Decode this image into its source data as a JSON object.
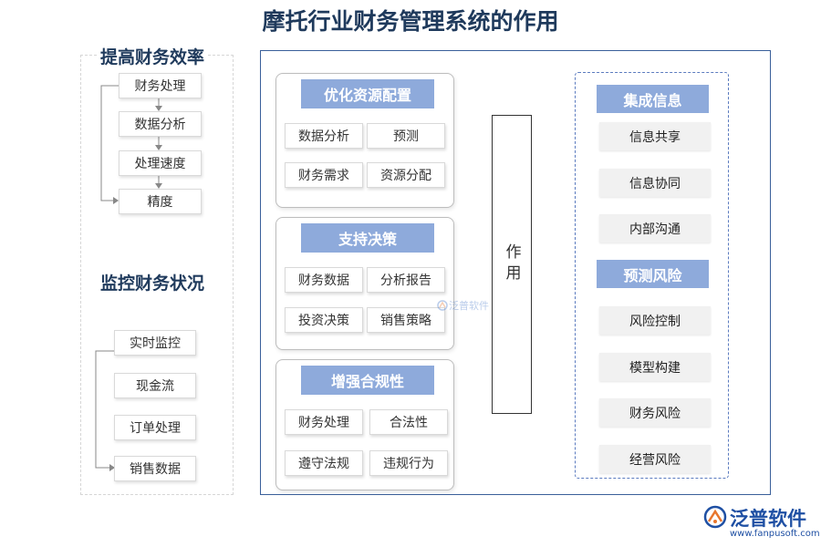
{
  "title": "摩托行业财务管理系统的作用",
  "left": {
    "efficiency": {
      "title": "提高财务效率",
      "items": [
        "财务处理",
        "数据分析",
        "处理速度",
        "精度"
      ]
    },
    "monitor": {
      "title": "监控财务状况",
      "items": [
        "实时监控",
        "现金流",
        "订单处理",
        "销售数据"
      ]
    }
  },
  "groups": [
    {
      "title": "优化资源配置",
      "cells": [
        "数据分析",
        "预测",
        "财务需求",
        "资源分配"
      ]
    },
    {
      "title": "支持决策",
      "cells": [
        "财务数据",
        "分析报告",
        "投资决策",
        "销售策略"
      ]
    },
    {
      "title": "增强合规性",
      "cells": [
        "财务处理",
        "合法性",
        "遵守法规",
        "违规行为"
      ]
    }
  ],
  "center": {
    "label": "作用"
  },
  "right": {
    "integration": {
      "title": "集成信息",
      "items": [
        "信息共享",
        "信息协同",
        "内部沟通"
      ]
    },
    "risk": {
      "title": "预测风险",
      "items": [
        "风险控制",
        "模型构建",
        "财务风险",
        "经营风险"
      ]
    }
  },
  "logo": {
    "name": "泛普软件",
    "url": "www.fanpusoft.com",
    "watermark": "泛普软件"
  },
  "colors": {
    "accent": "#8eaadb",
    "title": "#1f3a5c",
    "frame": "#3a5f9a",
    "brand": "#1e4fa3"
  }
}
